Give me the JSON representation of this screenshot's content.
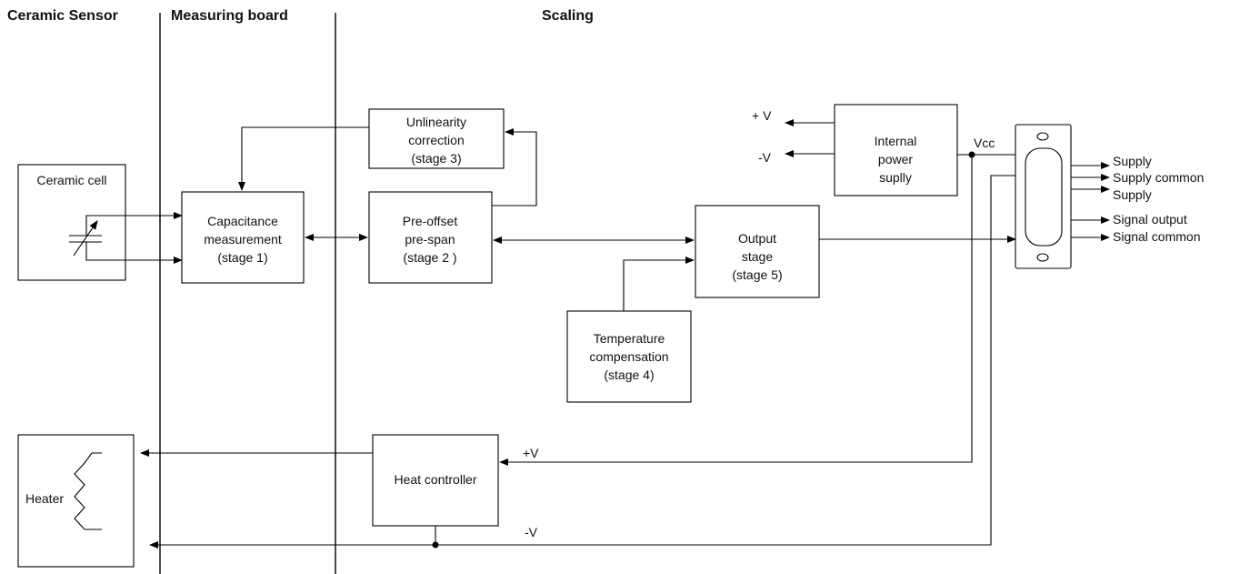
{
  "sections": {
    "ceramic_sensor": "Ceramic Sensor",
    "measuring_board": "Measuring board",
    "scaling": "Scaling"
  },
  "blocks": {
    "ceramic_cell": [
      "Ceramic cell"
    ],
    "capacitance": [
      "Capacitance",
      "measurement",
      "(stage 1)"
    ],
    "preoffset": [
      "Pre-offset",
      "pre-span",
      "(stage 2 )"
    ],
    "unlinearity": [
      "Unlinearity",
      "correction",
      "(stage 3)"
    ],
    "temperature": [
      "Temperature",
      "compensation",
      "(stage 4)"
    ],
    "output": [
      "Output",
      "stage",
      "(stage 5)"
    ],
    "power_supply": [
      "Internal",
      "power",
      "suplly"
    ],
    "heat_controller": [
      "Heat controller"
    ],
    "heater": [
      "Heater"
    ]
  },
  "signals": {
    "plus_v_top": "+ V",
    "minus_v_top": "-V",
    "vcc": "Vcc",
    "plus_v_bottom": "+V",
    "minus_v_bottom": "-V"
  },
  "connector_pins": [
    "Supply",
    "Supply common",
    "Supply",
    "Signal output",
    "Signal common"
  ]
}
